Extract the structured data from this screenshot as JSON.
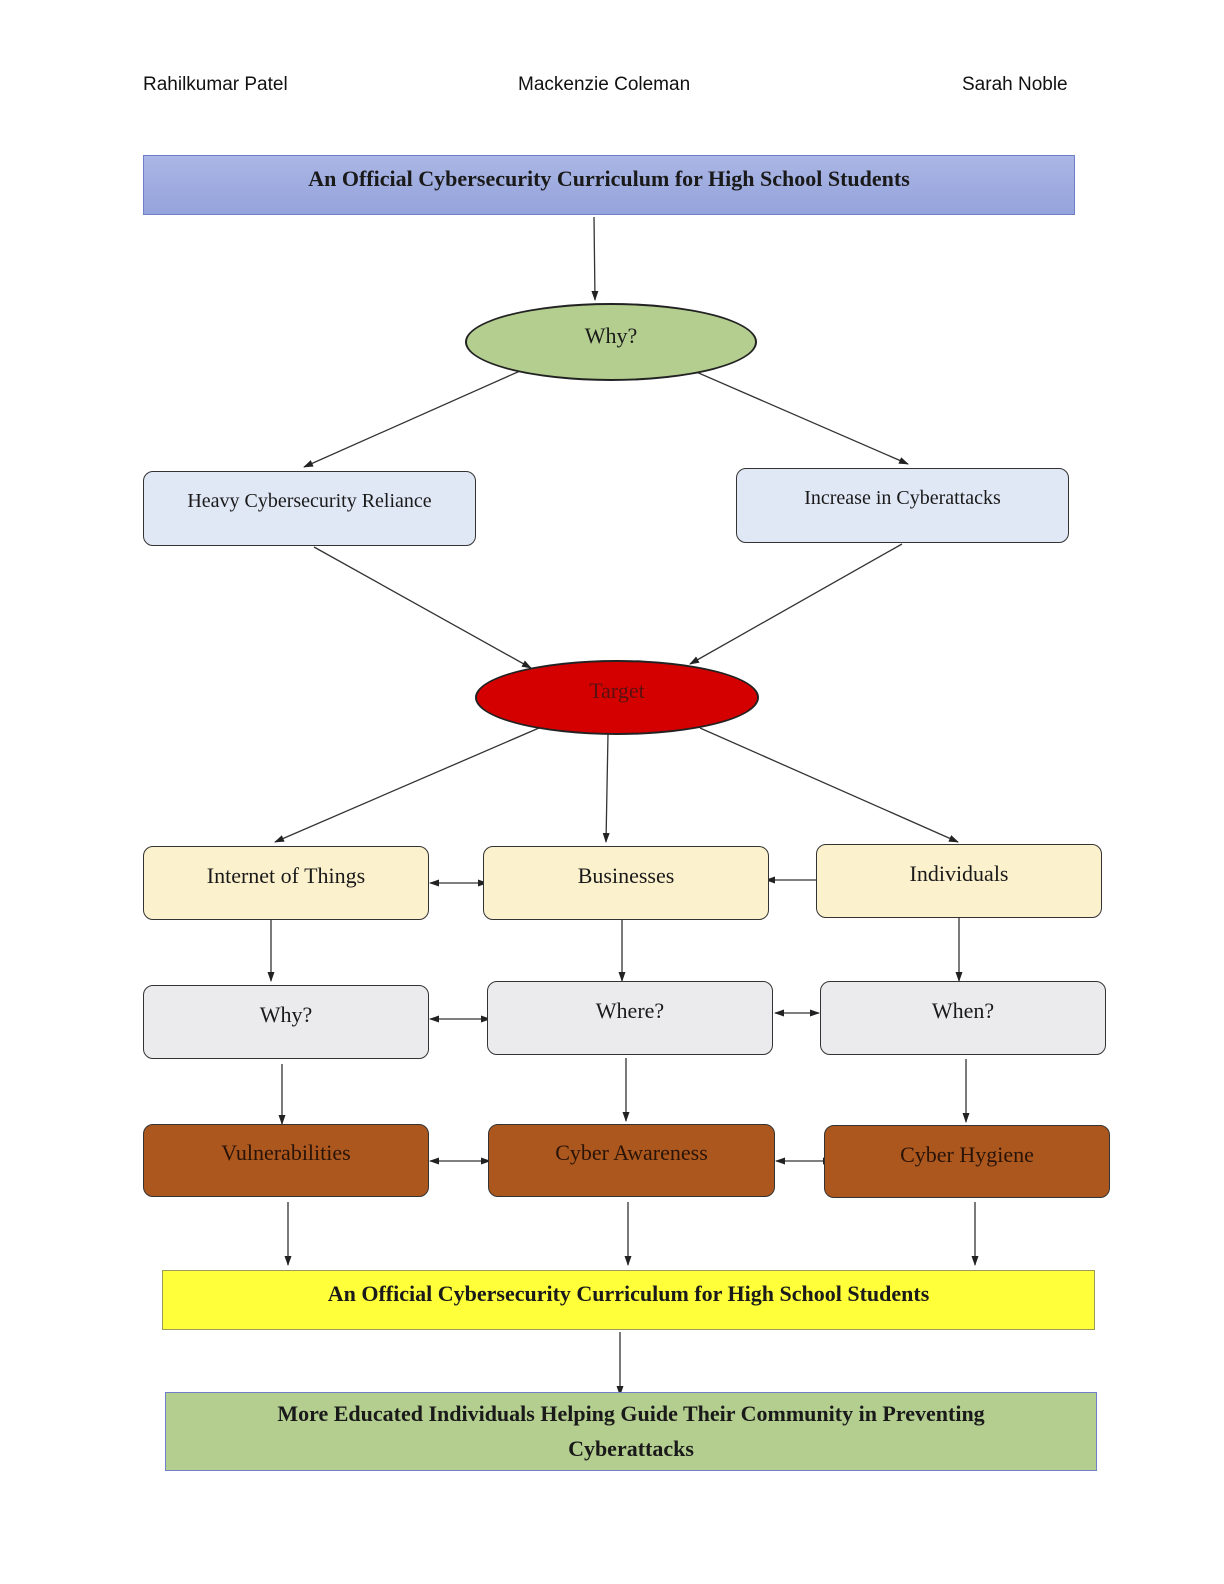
{
  "header": {
    "authors": [
      "Rahilkumar Patel",
      "Mackenzie Coleman",
      "Sarah Noble"
    ]
  },
  "diagram": {
    "top_banner": "An Official Cybersecurity Curriculum for High School Students",
    "why_top": "Why?",
    "reliance": "Heavy Cybersecurity Reliance",
    "increase": "Increase in Cyberattacks",
    "target": "Target",
    "targets": [
      "Internet of Things",
      "Businesses",
      "Individuals"
    ],
    "questions": [
      "Why?",
      "Where?",
      "When?"
    ],
    "topics": [
      "Vulnerabilities",
      "Cyber Awareness",
      "Cyber Hygiene"
    ],
    "bottom_banner": "An Official Cybersecurity Curriculum for High School Students",
    "outcome": "More Educated Individuals Helping Guide Their Community in Preventing Cyberattacks"
  },
  "colors": {
    "top_banner": "#a3b0e0",
    "why": "#b3ce8f",
    "reason_box": "#e0e7f5",
    "target": "#d40000",
    "target_box": "#fcf1cd",
    "question_box": "#ebebed",
    "topic_box": "#ac571e",
    "bottom_banner": "#ffff3a",
    "outcome": "#b3ce8f"
  }
}
